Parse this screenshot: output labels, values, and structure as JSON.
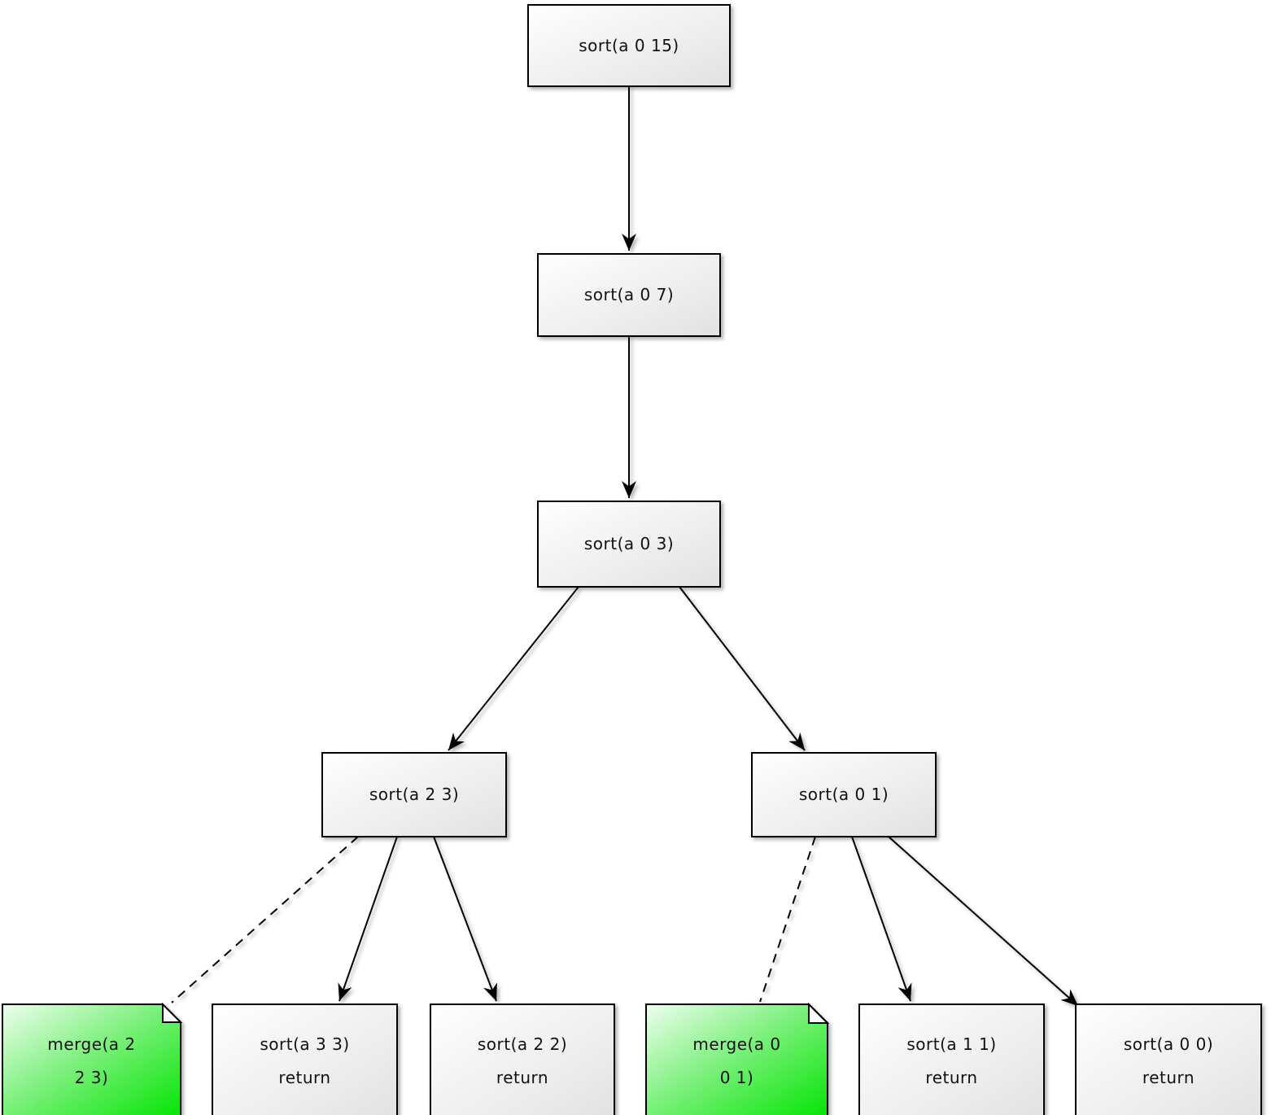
{
  "diagram": {
    "type": "tree",
    "title": "merge sort recursion tree",
    "nodes": [
      {
        "id": "sort_a_0_15",
        "shape": "box",
        "fill": "gray",
        "lines": [
          "sort(a 0 15)"
        ]
      },
      {
        "id": "sort_a_0_7",
        "shape": "box",
        "fill": "gray",
        "lines": [
          "sort(a 0 7)"
        ]
      },
      {
        "id": "sort_a_0_3",
        "shape": "box",
        "fill": "gray",
        "lines": [
          "sort(a 0 3)"
        ]
      },
      {
        "id": "sort_a_2_3",
        "shape": "box",
        "fill": "gray",
        "lines": [
          "sort(a 2 3)"
        ]
      },
      {
        "id": "sort_a_0_1",
        "shape": "box",
        "fill": "gray",
        "lines": [
          "sort(a 0 1)"
        ]
      },
      {
        "id": "merge_a_2_2_3",
        "shape": "note",
        "fill": "green",
        "lines": [
          "merge(a 2",
          "2 3)"
        ]
      },
      {
        "id": "sort_a_3_3",
        "shape": "box",
        "fill": "gray",
        "lines": [
          "sort(a 3 3)",
          "return"
        ]
      },
      {
        "id": "sort_a_2_2",
        "shape": "box",
        "fill": "gray",
        "lines": [
          "sort(a 2 2)",
          "return"
        ]
      },
      {
        "id": "merge_a_0_0_1",
        "shape": "note",
        "fill": "green",
        "lines": [
          "merge(a 0",
          "0 1)"
        ]
      },
      {
        "id": "sort_a_1_1",
        "shape": "box",
        "fill": "gray",
        "lines": [
          "sort(a 1 1)",
          "return"
        ]
      },
      {
        "id": "sort_a_0_0",
        "shape": "box",
        "fill": "gray",
        "lines": [
          "sort(a 0 0)",
          "return"
        ]
      }
    ],
    "edges": [
      {
        "from": "sort_a_0_15",
        "to": "sort_a_0_7",
        "style": "solid",
        "arrow": true
      },
      {
        "from": "sort_a_0_7",
        "to": "sort_a_0_3",
        "style": "solid",
        "arrow": true
      },
      {
        "from": "sort_a_0_3",
        "to": "sort_a_2_3",
        "style": "solid",
        "arrow": true
      },
      {
        "from": "sort_a_0_3",
        "to": "sort_a_0_1",
        "style": "solid",
        "arrow": true
      },
      {
        "from": "sort_a_2_3",
        "to": "merge_a_2_2_3",
        "style": "dashed",
        "arrow": false
      },
      {
        "from": "sort_a_2_3",
        "to": "sort_a_3_3",
        "style": "solid",
        "arrow": true
      },
      {
        "from": "sort_a_2_3",
        "to": "sort_a_2_2",
        "style": "solid",
        "arrow": true
      },
      {
        "from": "sort_a_0_1",
        "to": "merge_a_0_0_1",
        "style": "dashed",
        "arrow": false
      },
      {
        "from": "sort_a_0_1",
        "to": "sort_a_1_1",
        "style": "solid",
        "arrow": true
      },
      {
        "from": "sort_a_0_1",
        "to": "sort_a_0_0",
        "style": "solid",
        "arrow": true
      }
    ],
    "colors": {
      "background": "#ffffff",
      "node_border": "#000000",
      "gray_fill_start": "#ffffff",
      "gray_fill_end": "#e2e2e2",
      "green_fill_start": "#effeef",
      "green_fill_end": "#00e400",
      "edge": "#000000",
      "text": "#111111"
    }
  }
}
